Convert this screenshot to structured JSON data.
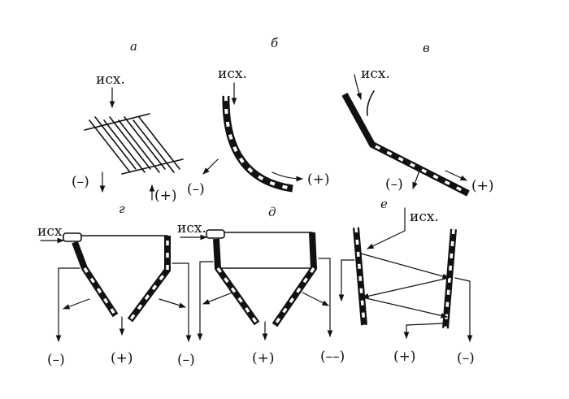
{
  "panels": {
    "a": {
      "letter": "а",
      "feed": "исх.",
      "minus": "(–)",
      "plus": "(+)"
    },
    "b": {
      "letter": "б",
      "feed": "исх.",
      "minus": "(–)",
      "plus": "(+)"
    },
    "v": {
      "letter": "в",
      "feed": "исх.",
      "minus": "(–)",
      "plus": "(+)"
    },
    "g": {
      "letter": "г",
      "feed": "исх.",
      "minus1": "(–)",
      "plus": "(+)",
      "minus2": "(–)"
    },
    "d": {
      "letter": "д",
      "feed": "исх.",
      "plus": "(+)",
      "minus": "(––)"
    },
    "e": {
      "letter": "е",
      "feed": "исх.",
      "plus": "(+)",
      "minus": "(–)"
    }
  }
}
